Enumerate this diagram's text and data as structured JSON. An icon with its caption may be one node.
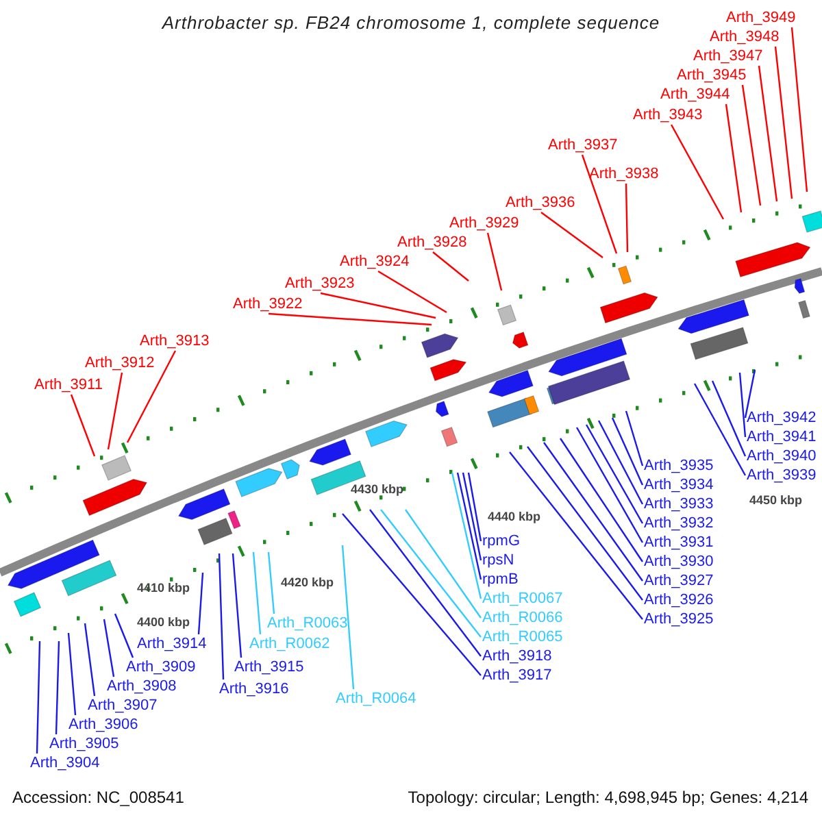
{
  "diagram": {
    "title": "Arthrobacter sp. FB24 chromosome 1, complete sequence",
    "nodes": [
      {
        "text": [
          "Arth_3911"
        ]
      },
      {
        "text": [
          "Arth_3912"
        ]
      },
      {
        "text": [
          "Arth_3913"
        ]
      },
      {
        "text": [
          "Arth_3922"
        ]
      },
      {
        "text": [
          "Arth_3923"
        ]
      },
      {
        "text": [
          "Arth_3924"
        ]
      },
      {
        "text": [
          "Arth_3928"
        ]
      },
      {
        "text": [
          "Arth_3929"
        ]
      },
      {
        "text": [
          "Arth_3936"
        ]
      },
      {
        "text": [
          "Arth_3937"
        ]
      },
      {
        "text": [
          "Arth_3938"
        ]
      },
      {
        "text": [
          "Arth_3943"
        ]
      },
      {
        "text": [
          "Arth_3944"
        ]
      },
      {
        "text": [
          "Arth_3945"
        ]
      },
      {
        "text": [
          "Arth_3947"
        ]
      },
      {
        "text": [
          "Arth_3948"
        ]
      },
      {
        "text": [
          "Arth_3949"
        ]
      },
      {
        "text": [
          "Arth_3904"
        ]
      },
      {
        "text": [
          "Arth_3905"
        ]
      },
      {
        "text": [
          "Arth_3906"
        ]
      },
      {
        "text": [
          "Arth_3907"
        ]
      },
      {
        "text": [
          "Arth_3908"
        ]
      },
      {
        "text": [
          "Arth_3909"
        ]
      },
      {
        "text": [
          "Arth_3914"
        ]
      },
      {
        "text": [
          "Arth_3915"
        ]
      },
      {
        "text": [
          "Arth_3916"
        ]
      },
      {
        "text": [
          "Arth_R0062"
        ]
      },
      {
        "text": [
          "Arth_R0063"
        ]
      },
      {
        "text": [
          "Arth_R0064"
        ]
      },
      {
        "text": [
          "Arth_3917"
        ]
      },
      {
        "text": [
          "Arth_3918"
        ]
      },
      {
        "text": [
          "Arth_R0065"
        ]
      },
      {
        "text": [
          "Arth_R0066"
        ]
      },
      {
        "text": [
          "Arth_R0067"
        ]
      },
      {
        "text": [
          "rpmB"
        ]
      },
      {
        "text": [
          "rpsN"
        ]
      },
      {
        "text": [
          "rpmG"
        ]
      },
      {
        "text": [
          "Arth_3925"
        ]
      },
      {
        "text": [
          "Arth_3926"
        ]
      },
      {
        "text": [
          "Arth_3927"
        ]
      },
      {
        "text": [
          "Arth_3930"
        ]
      },
      {
        "text": [
          "Arth_3931"
        ]
      },
      {
        "text": [
          "Arth_3932"
        ]
      },
      {
        "text": [
          "Arth_3933"
        ]
      },
      {
        "text": [
          "Arth_3934"
        ]
      },
      {
        "text": [
          "Arth_3935"
        ]
      },
      {
        "text": [
          "Arth_3939"
        ]
      },
      {
        "text": [
          "Arth_3940"
        ]
      },
      {
        "text": [
          "Arth_3941"
        ]
      },
      {
        "text": [
          "Arth_3942"
        ]
      }
    ],
    "edges": [
      {
        "from": 0,
        "to": null,
        "arrow": "none",
        "color": "#ff0000"
      },
      {
        "from": 1,
        "to": null,
        "arrow": "none",
        "color": "#ff0000"
      },
      {
        "from": 2,
        "to": null,
        "arrow": "none",
        "color": "#ff0000"
      },
      {
        "from": 3,
        "to": null,
        "arrow": "none",
        "color": "#ff0000"
      },
      {
        "from": 4,
        "to": null,
        "arrow": "none",
        "color": "#ff0000"
      },
      {
        "from": 5,
        "to": null,
        "arrow": "none",
        "color": "#ff0000"
      },
      {
        "from": 6,
        "to": null,
        "arrow": "none",
        "color": "#ff0000"
      },
      {
        "from": 7,
        "to": null,
        "arrow": "none",
        "color": "#ff0000"
      },
      {
        "from": 8,
        "to": null,
        "arrow": "none",
        "color": "#ff0000"
      },
      {
        "from": 9,
        "to": null,
        "arrow": "none",
        "color": "#ff0000"
      },
      {
        "from": 10,
        "to": null,
        "arrow": "none",
        "color": "#ff0000"
      },
      {
        "from": 11,
        "to": null,
        "arrow": "none",
        "color": "#ff0000"
      },
      {
        "from": 12,
        "to": null,
        "arrow": "none",
        "color": "#ff0000"
      },
      {
        "from": 13,
        "to": null,
        "arrow": "none",
        "color": "#ff0000"
      },
      {
        "from": 14,
        "to": null,
        "arrow": "none",
        "color": "#ff0000"
      },
      {
        "from": 15,
        "to": null,
        "arrow": "none",
        "color": "#ff0000"
      },
      {
        "from": 16,
        "to": null,
        "arrow": "none",
        "color": "#ff0000"
      },
      {
        "from": 17,
        "to": null,
        "arrow": "none"
      },
      {
        "from": 18,
        "to": null,
        "arrow": "none"
      },
      {
        "from": 19,
        "to": null,
        "arrow": "none"
      },
      {
        "from": 20,
        "to": null,
        "arrow": "none"
      },
      {
        "from": 21,
        "to": null,
        "arrow": "none"
      },
      {
        "from": 22,
        "to": null,
        "arrow": "none"
      },
      {
        "from": 23,
        "to": null,
        "arrow": "none"
      },
      {
        "from": 24,
        "to": null,
        "arrow": "none"
      },
      {
        "from": 25,
        "to": null,
        "arrow": "none"
      },
      {
        "from": 26,
        "to": null,
        "arrow": "none",
        "color": "#33ccff"
      },
      {
        "from": 27,
        "to": null,
        "arrow": "none",
        "color": "#33ccff"
      },
      {
        "from": 28,
        "to": null,
        "arrow": "none",
        "color": "#33ccff"
      },
      {
        "from": 29,
        "to": null,
        "arrow": "none"
      },
      {
        "from": 30,
        "to": null,
        "arrow": "none"
      },
      {
        "from": 31,
        "to": null,
        "arrow": "none",
        "color": "#33ccff"
      },
      {
        "from": 32,
        "to": null,
        "arrow": "none",
        "color": "#33ccff"
      },
      {
        "from": 33,
        "to": null,
        "arrow": "none",
        "color": "#33ccff"
      },
      {
        "from": 34,
        "to": null,
        "arrow": "none"
      },
      {
        "from": 35,
        "to": null,
        "arrow": "none"
      },
      {
        "from": 36,
        "to": null,
        "arrow": "none"
      },
      {
        "from": 37,
        "to": null,
        "arrow": "none"
      },
      {
        "from": 38,
        "to": null,
        "arrow": "none"
      },
      {
        "from": 39,
        "to": null,
        "arrow": "none"
      },
      {
        "from": 40,
        "to": null,
        "arrow": "none"
      },
      {
        "from": 41,
        "to": null,
        "arrow": "none"
      },
      {
        "from": 42,
        "to": null,
        "arrow": "none"
      },
      {
        "from": 43,
        "to": null,
        "arrow": "none"
      },
      {
        "from": 44,
        "to": null,
        "arrow": "none"
      },
      {
        "from": 45,
        "to": null,
        "arrow": "none"
      },
      {
        "from": 46,
        "to": null,
        "arrow": "none"
      },
      {
        "from": 47,
        "to": null,
        "arrow": "none"
      },
      {
        "from": 48,
        "to": null,
        "arrow": "none"
      },
      {
        "from": 49,
        "to": null,
        "arrow": "none"
      }
    ],
    "labels": [
      "4400 kbp",
      "4410 kbp",
      "4420 kbp",
      "4430 kbp",
      "4440 kbp",
      "4450 kbp",
      "Accession: NC_008541",
      "Topology: circular; Length: 4,698,945 bp; Genes: 4,214"
    ]
  }
}
